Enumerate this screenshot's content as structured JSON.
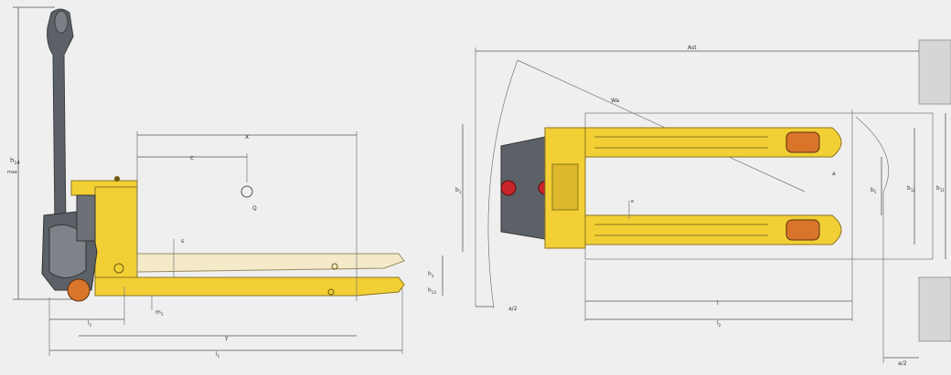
{
  "labels": {
    "h14_main": "h",
    "h14_sub": "14",
    "h14_extra": "max",
    "x": "x",
    "c": "c",
    "q": "Q",
    "s": "s",
    "h3": "h",
    "h3_sub": "3",
    "h13": "h",
    "h13_sub": "13",
    "m1": "m",
    "m1_sub": "1",
    "l2": "l",
    "l2_sub": "2",
    "y": "y",
    "l1": "l",
    "l1_sub": "1",
    "ast": "Ast",
    "wa": "Wa",
    "b1": "b",
    "b1_sub": "1",
    "a": "a",
    "b5": "b",
    "b5_sub": "5",
    "b11": "b",
    "b11_sub": "11",
    "b12": "b",
    "b12_sub": "12",
    "e": "e",
    "l": "l",
    "l_lower_sub": "2",
    "a2_left": "a/2",
    "a2_right": "a/2"
  },
  "colors": {
    "body": "#f2cf34",
    "body_dark": "#c9a51f",
    "fork_light": "#f4e9c9",
    "handle": "#5b6166",
    "wheel": "#d9752b",
    "pallet": "#d6d6d6",
    "red": "#c8252b"
  }
}
